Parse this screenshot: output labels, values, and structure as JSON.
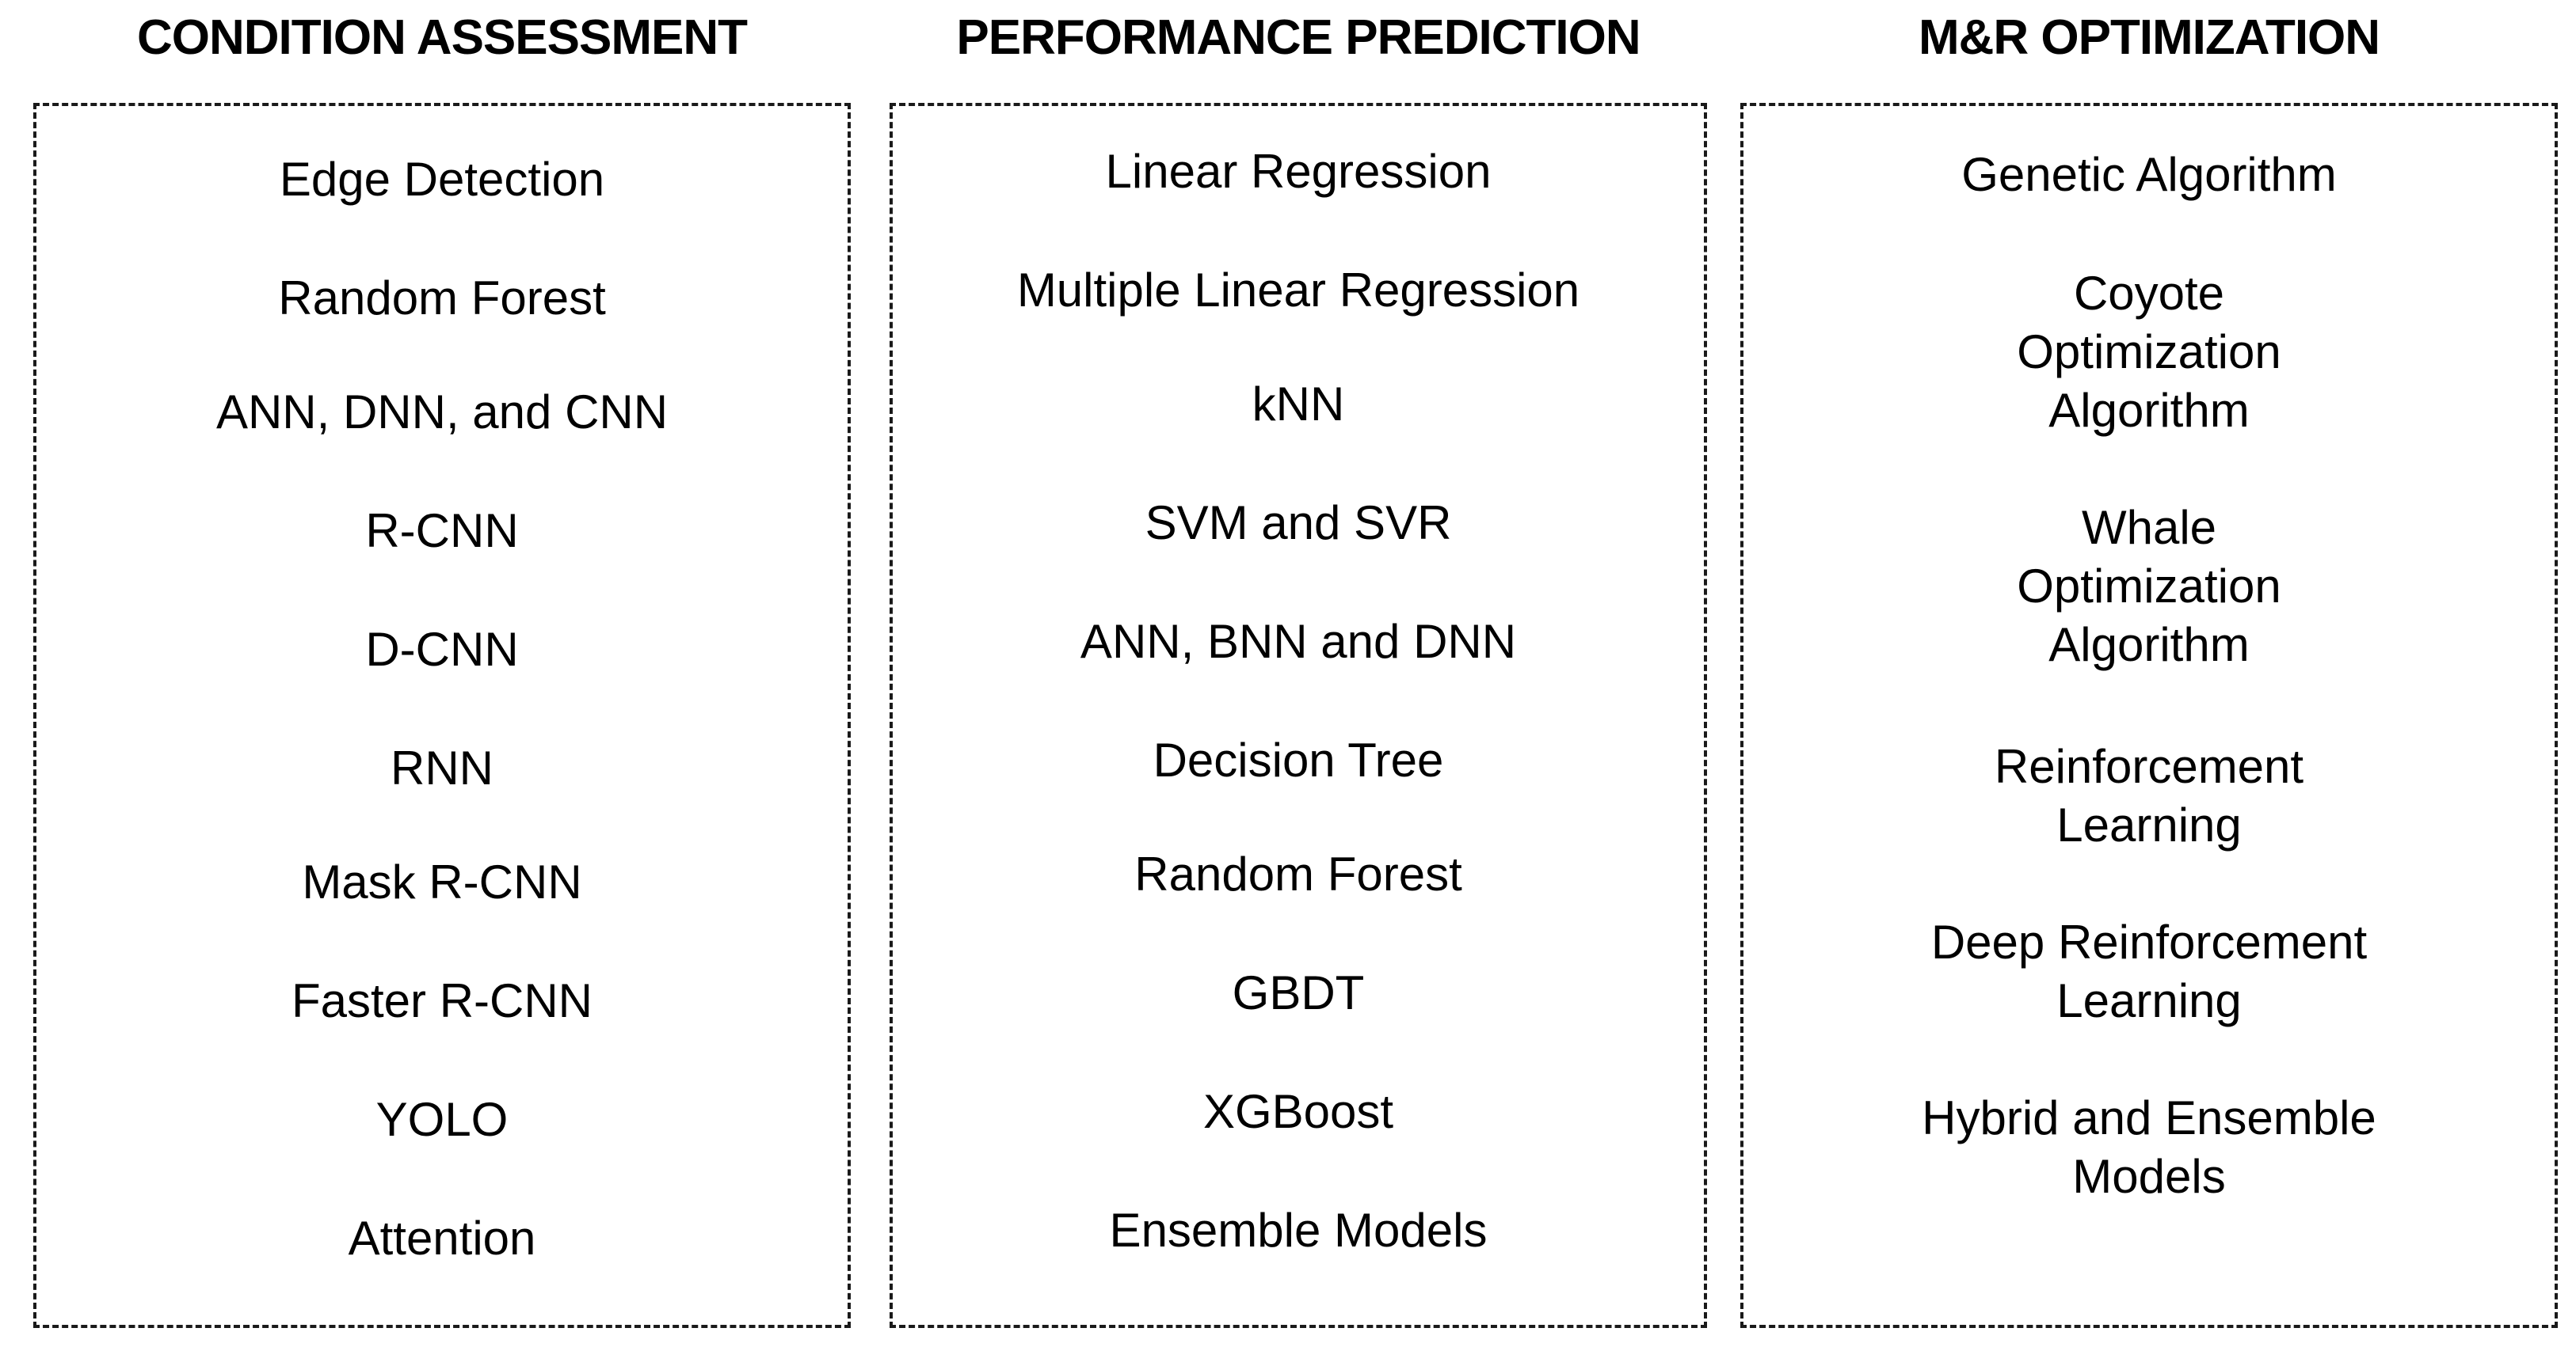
{
  "columns": [
    {
      "title": "CONDITION ASSESSMENT",
      "items": [
        "Edge Detection",
        "Random Forest",
        "ANN, DNN, and CNN",
        "R-CNN",
        "D-CNN",
        "RNN",
        "Mask R-CNN",
        "Faster R-CNN",
        "YOLO",
        "Attention"
      ]
    },
    {
      "title": "PERFORMANCE PREDICTION",
      "items": [
        "Linear Regression",
        "Multiple Linear Regression",
        "kNN",
        "SVM and SVR",
        "ANN, BNN and DNN",
        "Decision Tree",
        "Random Forest",
        "GBDT",
        "XGBoost",
        "Ensemble Models"
      ]
    },
    {
      "title": "M&R OPTIMIZATION",
      "items": [
        "Genetic Algorithm",
        "Coyote\nOptimization\nAlgorithm",
        "Whale\nOptimization\nAlgorithm",
        "Reinforcement\nLearning",
        "Deep Reinforcement\nLearning",
        "Hybrid and Ensemble\nModels"
      ]
    }
  ]
}
